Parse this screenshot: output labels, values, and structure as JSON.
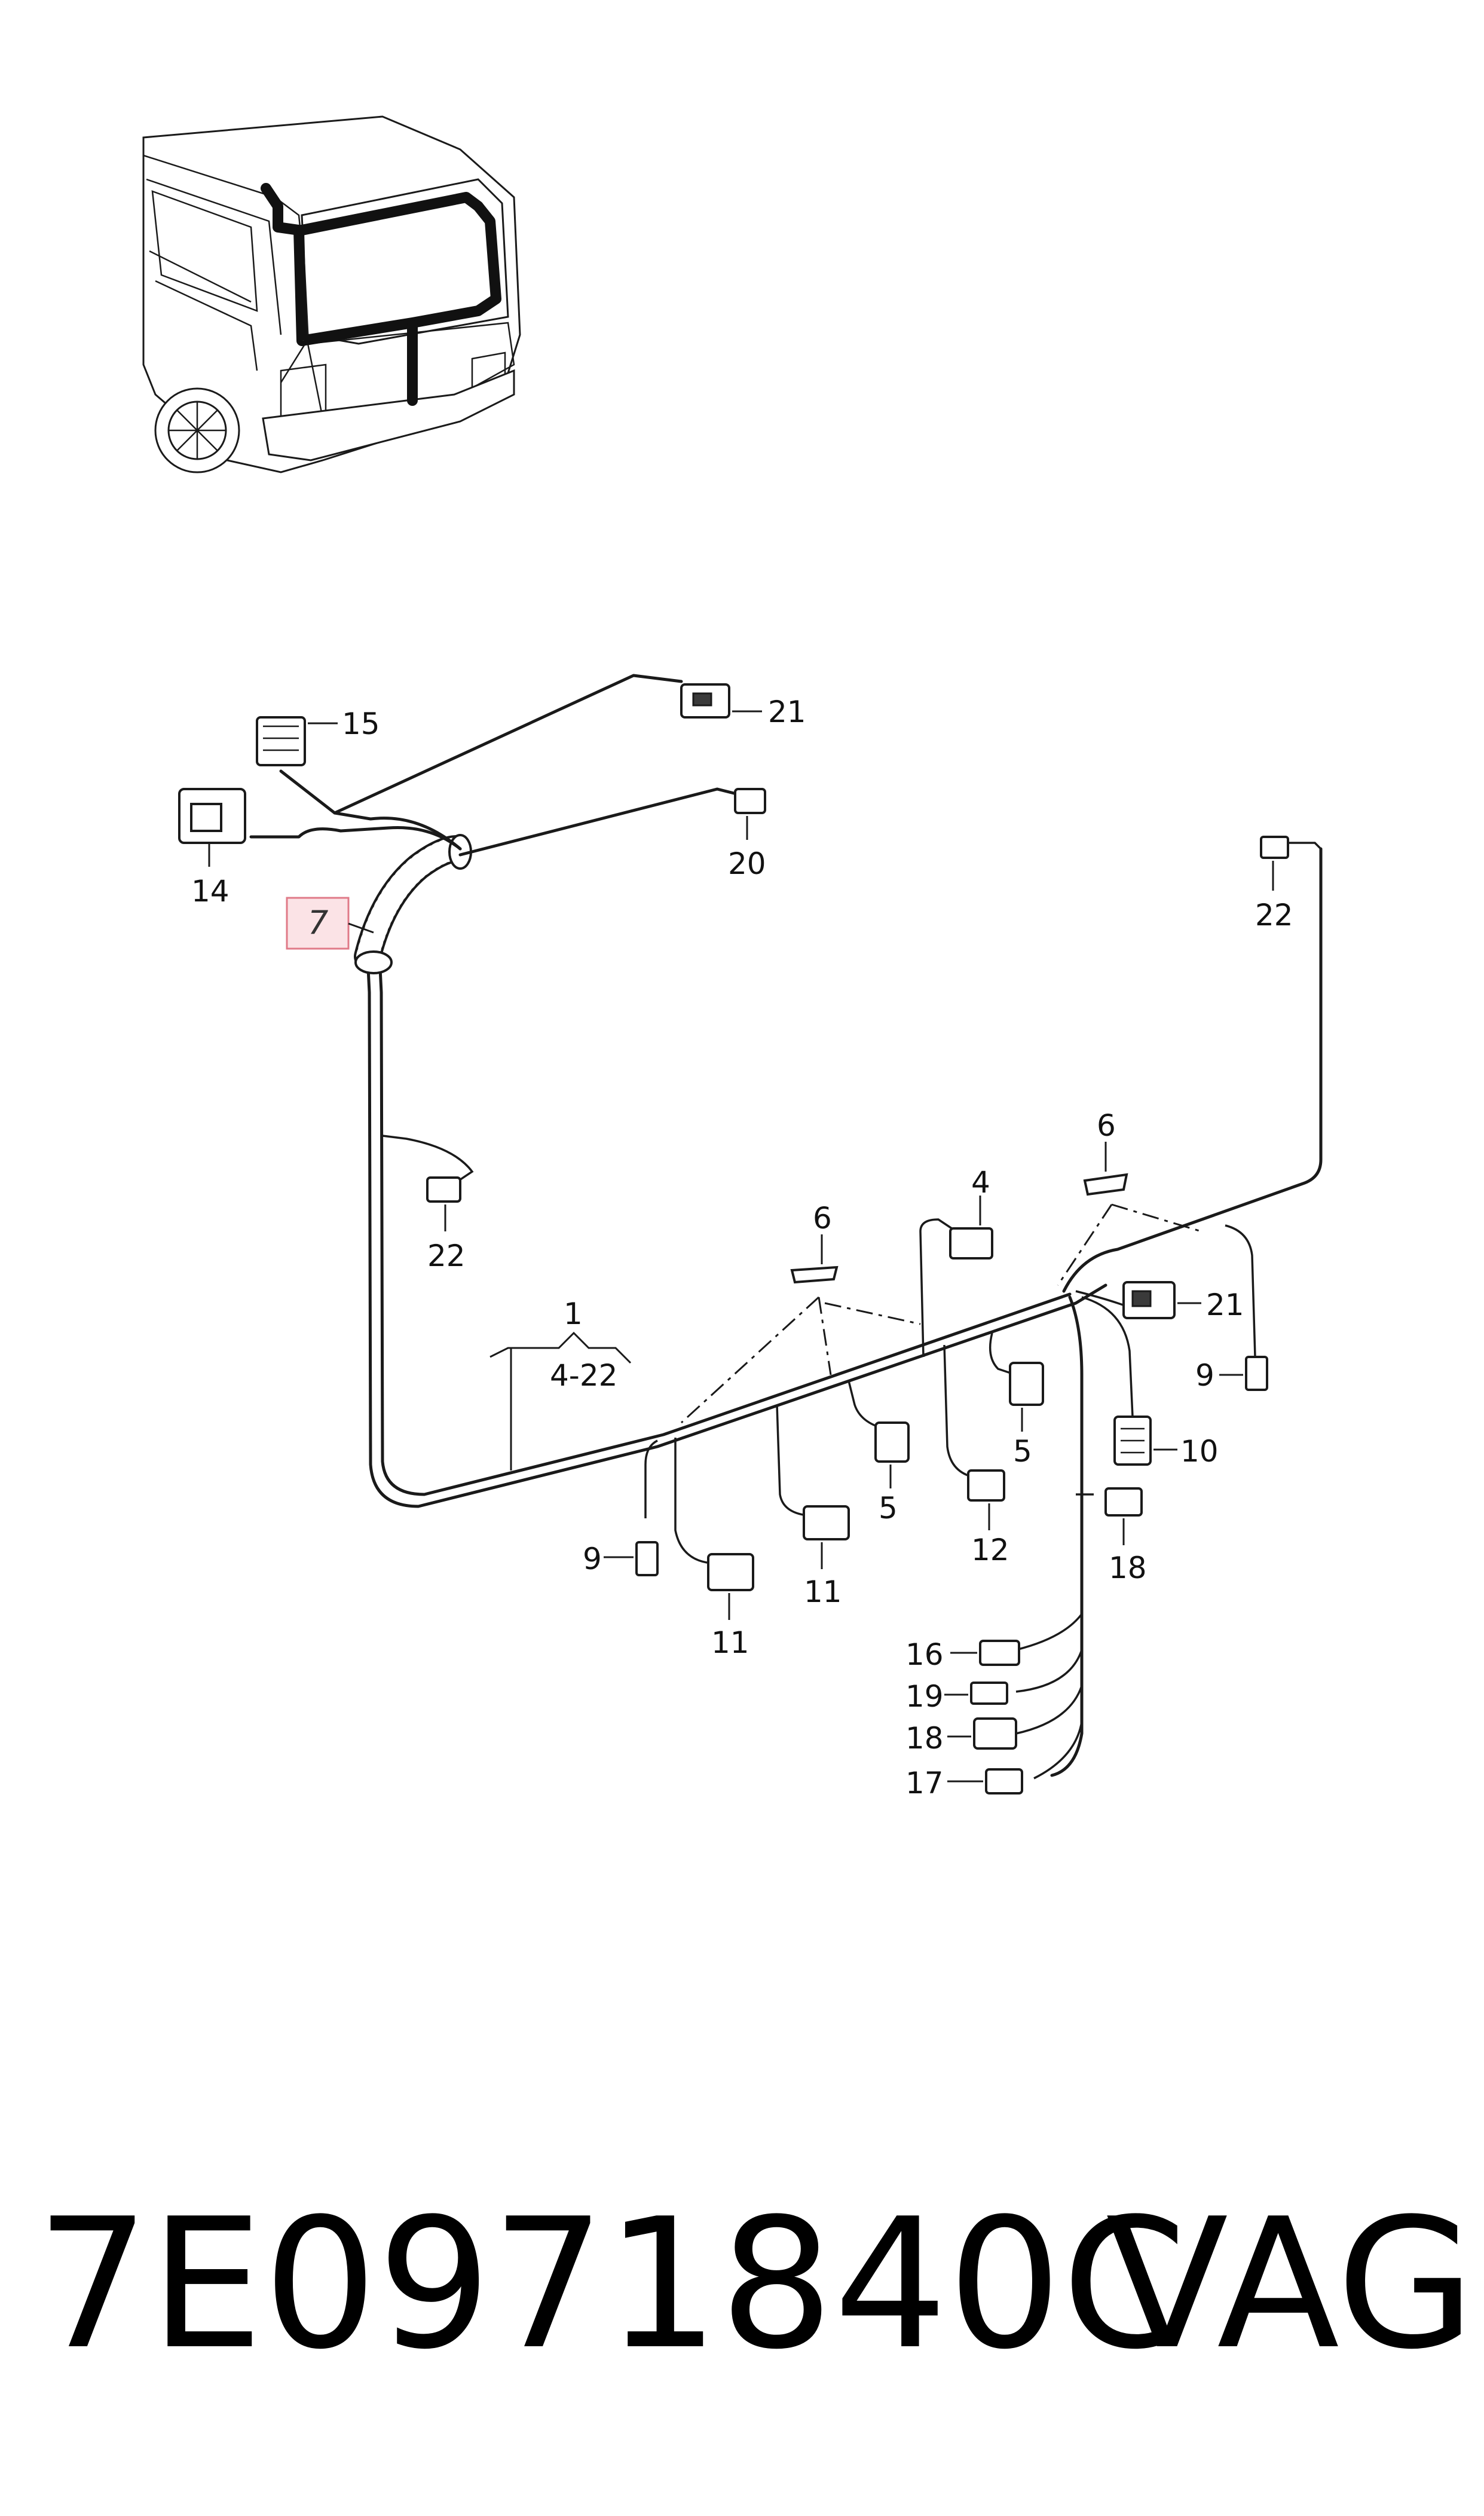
{
  "labels": {
    "p1": "1",
    "p1_range": "4-22",
    "p4": "4",
    "p5a": "5",
    "p5b": "5",
    "p6a": "6",
    "p6b": "6",
    "p7": "7",
    "p9a": "9",
    "p9b": "9",
    "p10": "10",
    "p11a": "11",
    "p11b": "11",
    "p12": "12",
    "p14": "14",
    "p15": "15",
    "p16": "16",
    "p17": "17",
    "p18a": "18",
    "p18b": "18",
    "p19": "19",
    "p20": "20",
    "p21a": "21",
    "p21b": "21",
    "p22a": "22",
    "p22b": "22"
  },
  "footer": {
    "part_number": "7E0971840C",
    "brand": "VAG"
  },
  "colors": {
    "highlight_fill": "#fbe3e6",
    "highlight_border": "#e07a88",
    "line": "#1a1a1a"
  }
}
